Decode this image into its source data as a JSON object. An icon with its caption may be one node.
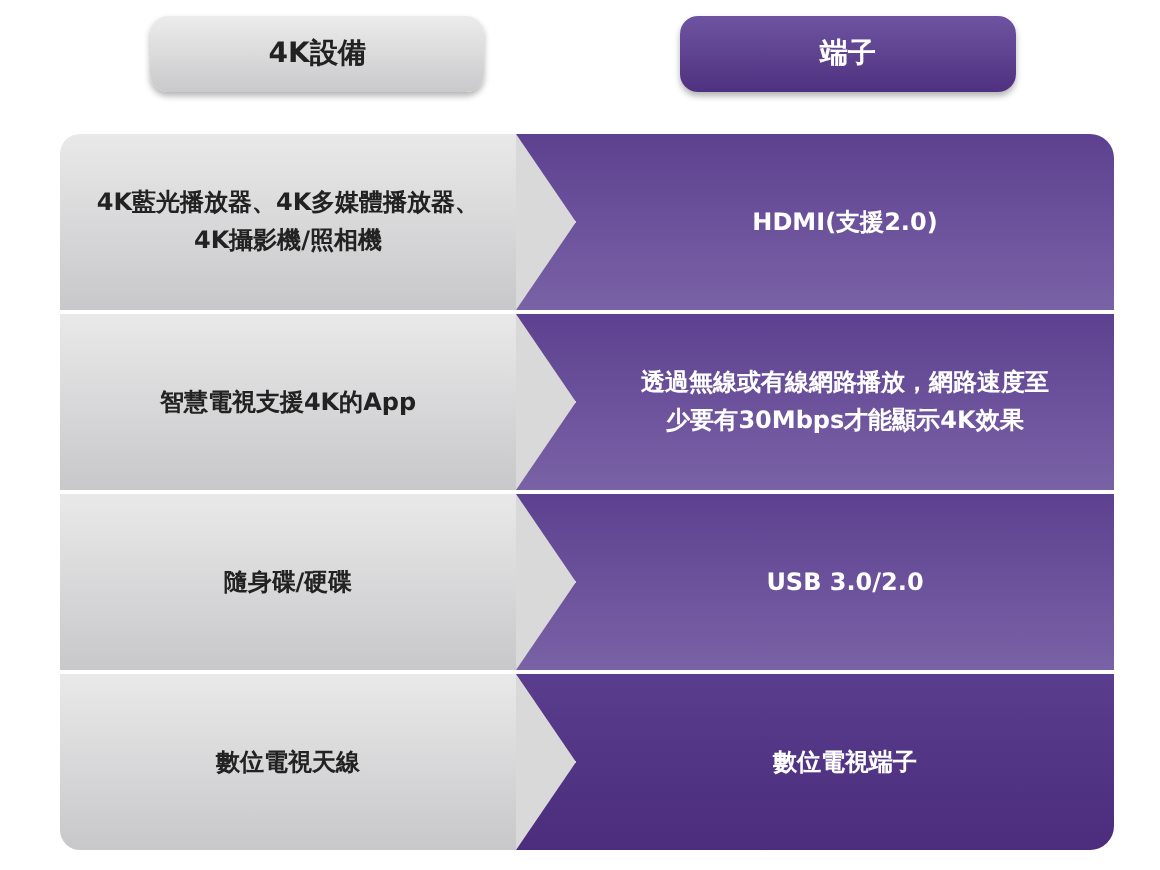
{
  "diagram": {
    "nodes": [
      {
        "text": [
          "4K設備"
        ]
      },
      {
        "text": [
          "端子"
        ]
      },
      {
        "text": [
          "4K藍光播放器、4K多媒體播放器、4K攝影機/照相機"
        ]
      },
      {
        "text": [
          "HDMI(支援2.0)"
        ]
      },
      {
        "text": [
          "智慧電視支援4K的App"
        ]
      },
      {
        "text": [
          "透過無線或有線網路播放，網路速度至少要有30Mbps才能顯示4K效果"
        ]
      },
      {
        "text": [
          "隨身碟/硬碟"
        ]
      },
      {
        "text": [
          "USB 3.0/2.0"
        ]
      },
      {
        "text": [
          "數位電視天線"
        ]
      },
      {
        "text": [
          "數位電視端子"
        ]
      }
    ],
    "edges": [
      {
        "from": 2,
        "to": 3,
        "arrow": "to"
      },
      {
        "from": 4,
        "to": 5,
        "arrow": "to"
      },
      {
        "from": 6,
        "to": 7,
        "arrow": "to"
      },
      {
        "from": 8,
        "to": 9,
        "arrow": "to"
      }
    ]
  }
}
